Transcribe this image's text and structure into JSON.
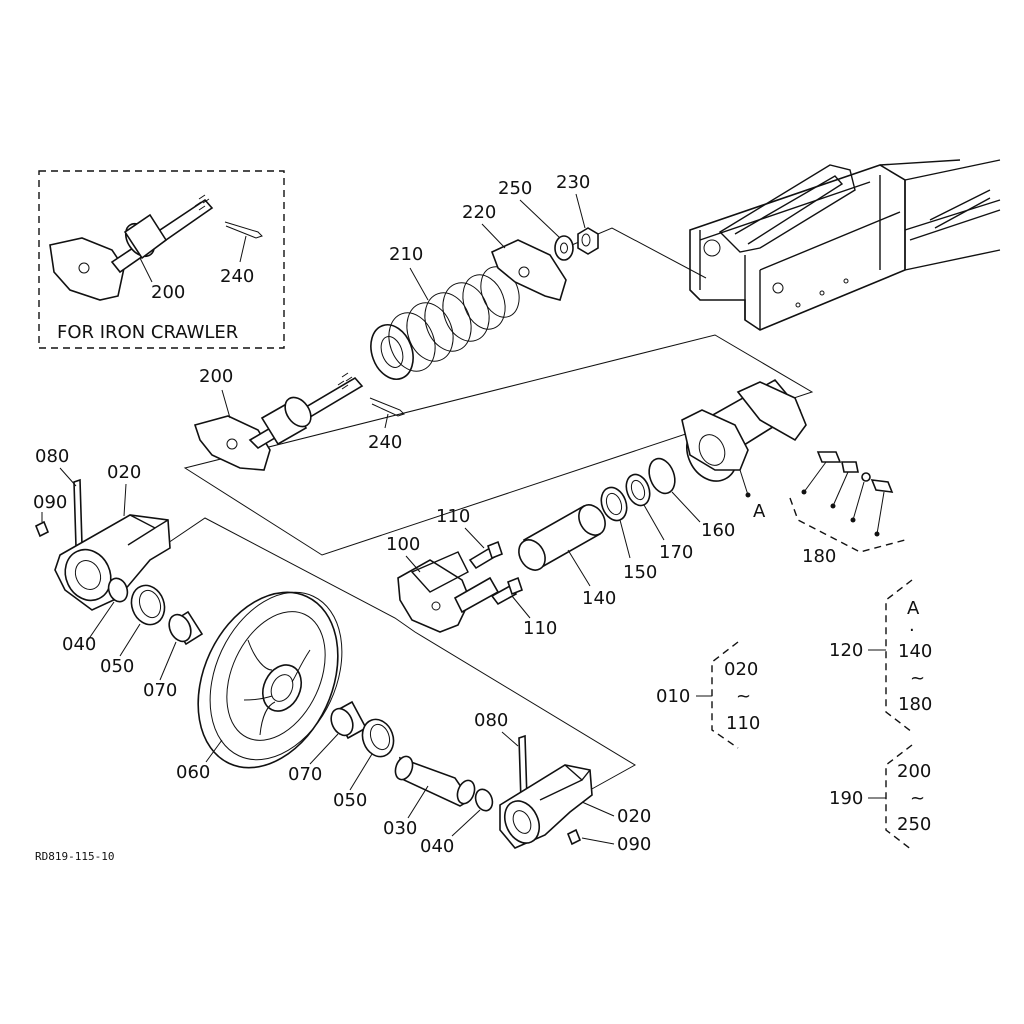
{
  "diagram": {
    "inset_title": "FOR IRON CRAWLER",
    "drawing_code": "RD819-115-10",
    "ref_marker": "A",
    "parts": {
      "p010": "010",
      "p020a": "020",
      "p020b": "020",
      "p030": "030",
      "p040a": "040",
      "p040b": "040",
      "p050a": "050",
      "p050b": "050",
      "p060": "060",
      "p070a": "070",
      "p070b": "070",
      "p080a": "080",
      "p080b": "080",
      "p090a": "090",
      "p090b": "090",
      "p100": "100",
      "p110a": "110",
      "p110b": "110",
      "p120": "120",
      "p140": "140",
      "p150": "150",
      "p160": "160",
      "p170": "170",
      "p180": "180",
      "p190": "190",
      "p200a": "200",
      "p200b": "200",
      "p210": "210",
      "p220": "220",
      "p230": "230",
      "p240a": "240",
      "p240b": "240",
      "p250": "250"
    },
    "groups": {
      "g010": {
        "from": "020",
        "tilde": "~",
        "to": "110"
      },
      "g120": {
        "a": "A",
        "dot": "·",
        "from": "140",
        "tilde": "~",
        "to": "180"
      },
      "g190": {
        "from": "200",
        "tilde": "~",
        "to": "250"
      }
    }
  }
}
